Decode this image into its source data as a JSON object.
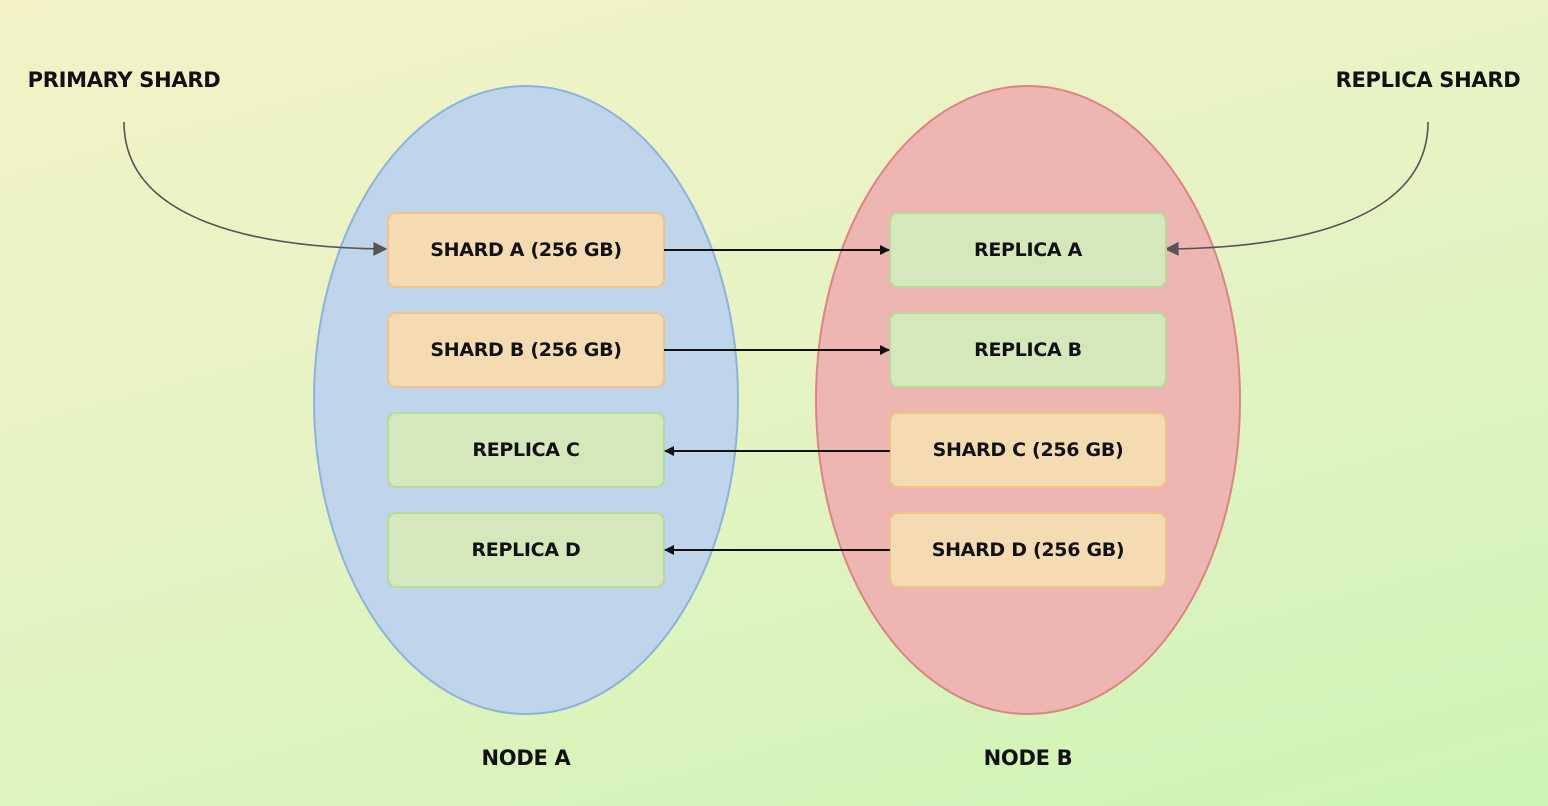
{
  "callouts": {
    "primary_label": "PRIMARY SHARD",
    "replica_label": "REPLICA SHARD"
  },
  "nodes": [
    {
      "label": "NODE A",
      "color": "#bfd5ec",
      "boxes": [
        {
          "text": "SHARD A (256 GB)",
          "kind": "shard"
        },
        {
          "text": "SHARD B (256 GB)",
          "kind": "shard"
        },
        {
          "text": "REPLICA C",
          "kind": "replica"
        },
        {
          "text": "REPLICA D",
          "kind": "replica"
        }
      ]
    },
    {
      "label": "NODE B",
      "color": "#edb6b2",
      "boxes": [
        {
          "text": "REPLICA A",
          "kind": "replica"
        },
        {
          "text": "REPLICA B",
          "kind": "replica"
        },
        {
          "text": "SHARD C (256 GB)",
          "kind": "shard"
        },
        {
          "text": "SHARD D (256 GB)",
          "kind": "shard"
        }
      ]
    }
  ],
  "colors": {
    "shard_fill": "#f5dbb2",
    "replica_fill": "#d5e8bc",
    "arrow": "#111111"
  }
}
